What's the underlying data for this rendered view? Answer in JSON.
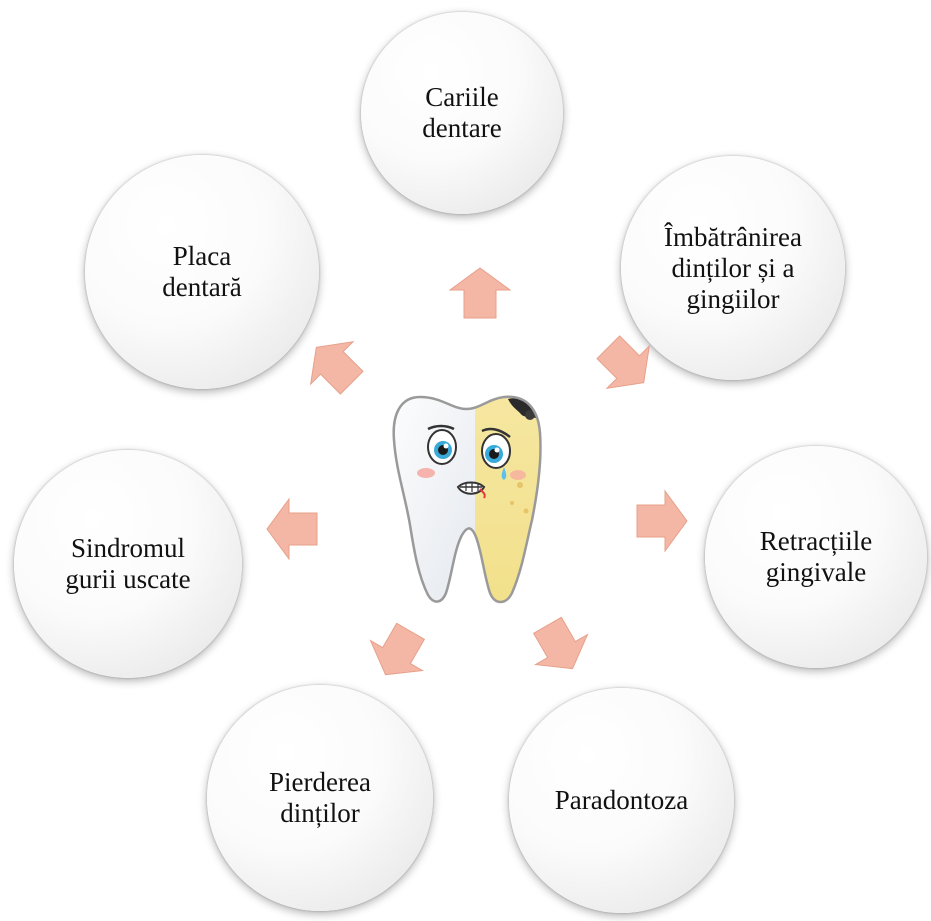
{
  "center": {
    "icon": "tooth-icon"
  },
  "nodes": [
    {
      "id": "cariile-dentare",
      "label": "Cariile\ndentare"
    },
    {
      "id": "imbatranirea",
      "label": "Îmbătrânirea\ndinților și a\ngingiilor"
    },
    {
      "id": "retractiile-gingivale",
      "label": "Retracțiile\ngingivale"
    },
    {
      "id": "paradontoza",
      "label": "Paradontoza"
    },
    {
      "id": "pierderea-dintilor",
      "label": "Pierderea\ndinților"
    },
    {
      "id": "sindromul-gurii-uscate",
      "label": "Sindromul\ngurii uscate"
    },
    {
      "id": "placa-dentara",
      "label": "Placa\ndentară"
    }
  ],
  "colors": {
    "arrow_fill": "#f4b7a5",
    "arrow_stroke": "#e7a08a",
    "tooth_white": "#ffffff",
    "tooth_yellow": "#f7eaa0",
    "tooth_outline": "#9a9a9a"
  }
}
